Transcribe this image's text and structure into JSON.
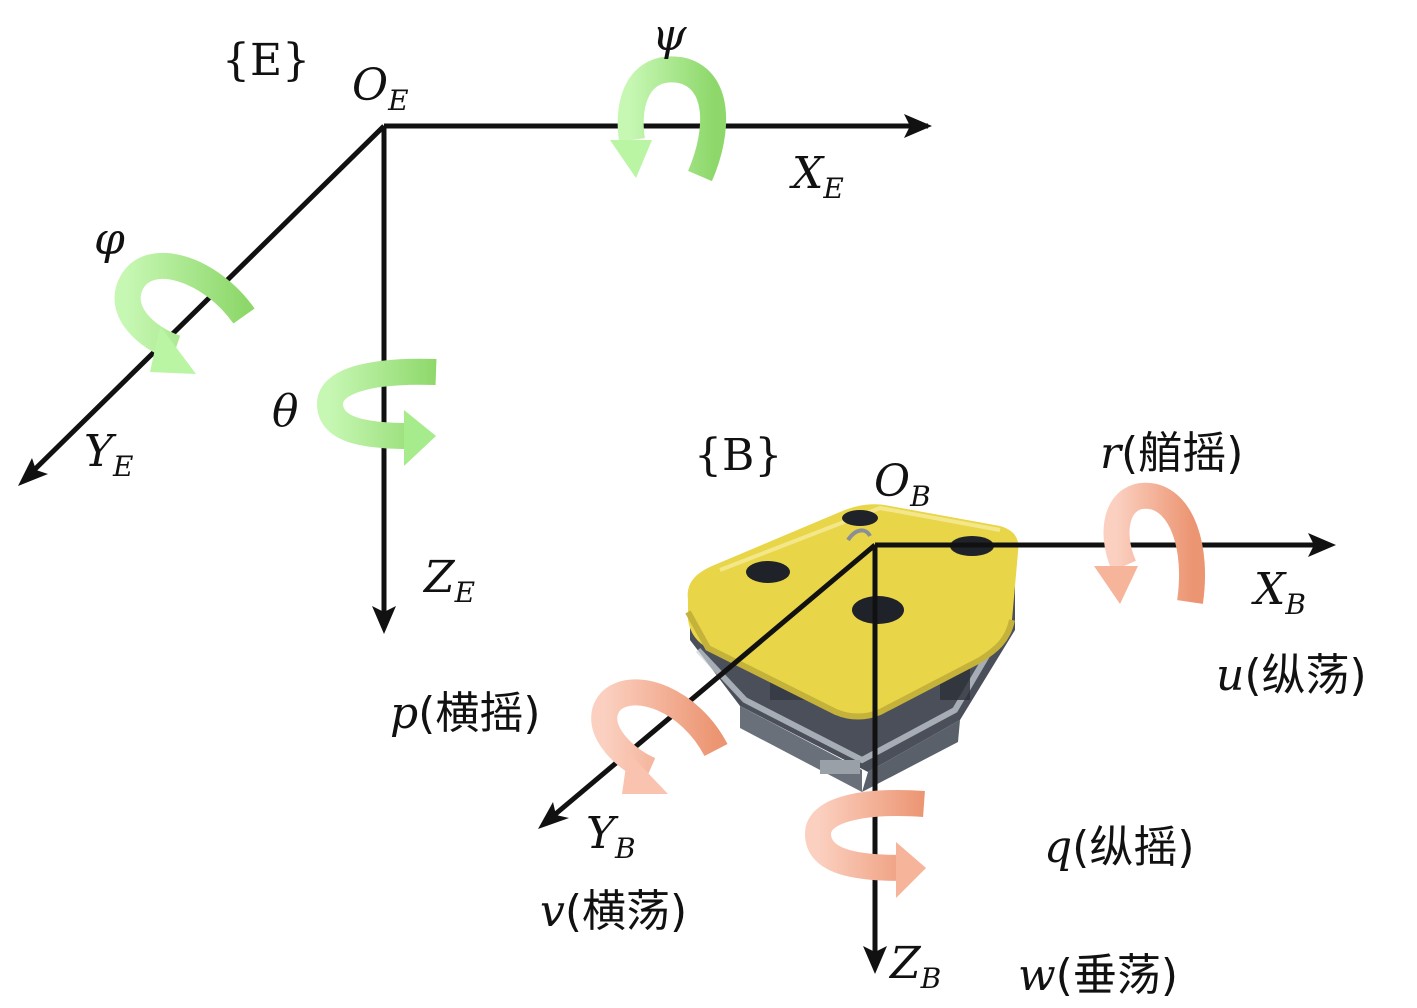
{
  "earth_frame": {
    "frame_label": "{E}",
    "origin": {
      "main": "O",
      "sub": "E"
    },
    "x_axis": {
      "main": "X",
      "sub": "E"
    },
    "y_axis": {
      "main": "Y",
      "sub": "E"
    },
    "z_axis": {
      "main": "Z",
      "sub": "E"
    },
    "rotation_x": "ψ",
    "rotation_y": "φ",
    "rotation_z": "θ",
    "arrow_color_light": "#b9f5a3",
    "arrow_color_dark": "#8ed86b"
  },
  "body_frame": {
    "frame_label": "{B}",
    "origin": {
      "main": "O",
      "sub": "B"
    },
    "x_axis": {
      "main": "X",
      "sub": "B"
    },
    "y_axis": {
      "main": "Y",
      "sub": "B"
    },
    "z_axis": {
      "main": "Z",
      "sub": "B"
    },
    "yaw": {
      "sym": "r",
      "text": "(艏摇)"
    },
    "roll": {
      "sym": "p",
      "text": "(横摇)"
    },
    "pitch": {
      "sym": "q",
      "text": "(纵摇)"
    },
    "surge": {
      "sym": "u",
      "text": "(纵荡)"
    },
    "sway": {
      "sym": "v",
      "text": "(横荡)"
    },
    "heave": {
      "sym": "w",
      "text": "(垂荡)"
    },
    "arrow_color_light": "#f9c3b0",
    "arrow_color_dark": "#ee9a78"
  },
  "vehicle": {
    "name": "underwater-vehicle",
    "body_color": "#e8d548",
    "frame_color": "#3a3f4a"
  }
}
